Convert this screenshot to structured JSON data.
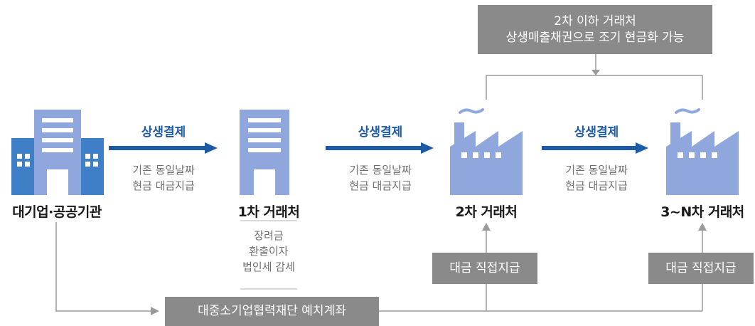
{
  "top_note": {
    "line1": "2차 이하 거래처",
    "line2": "상생매출채권으로 조기 현금화 가능"
  },
  "nodes": [
    {
      "label": "대기업·공공기관",
      "icon": "office-buildings-icon"
    },
    {
      "label": "1차 거래처",
      "icon": "building-icon"
    },
    {
      "label": "2차 거래처",
      "icon": "factory-icon"
    },
    {
      "label": "3~N차 거래처",
      "icon": "factory-icon"
    }
  ],
  "arrows": [
    {
      "title": "상생결제",
      "sub1": "기존 동일날짜",
      "sub2": "현금 대금지급"
    },
    {
      "title": "상생결제",
      "sub1": "기존 동일날짜",
      "sub2": "현금 대금지급"
    },
    {
      "title": "상생결제",
      "sub1": "기존 동일날짜",
      "sub2": "현금 대금지급"
    }
  ],
  "benefits": [
    "장려금",
    "환출이자",
    "법인세 감세"
  ],
  "direct_pay": [
    "대금 직접지급",
    "대금 직접지급"
  ],
  "deposit": "대중소기업협력재단 예치계좌",
  "colors": {
    "arrow_blue": "#1d5ba6",
    "icon_blue": "#8fa7dc",
    "icon_dark_blue": "#3f7fc8",
    "gray_box": "#8a8a8a",
    "line_gray": "#9a9a9a"
  }
}
